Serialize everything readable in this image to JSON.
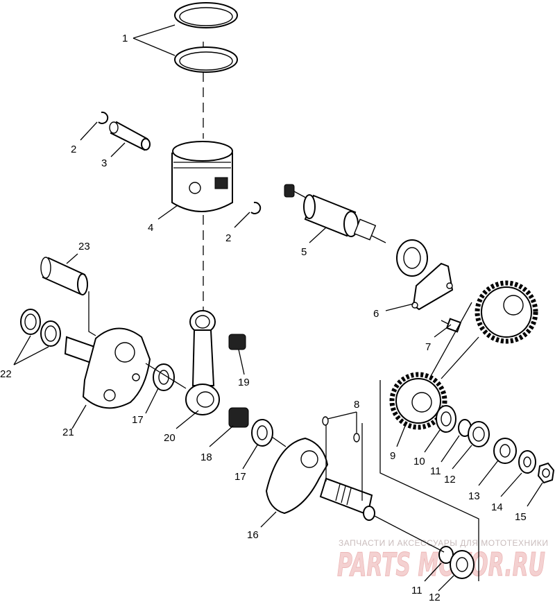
{
  "callouts": [
    "1",
    "2",
    "3",
    "4",
    "2",
    "5",
    "6",
    "7",
    "23",
    "22",
    "21",
    "19",
    "20",
    "17",
    "18",
    "17",
    "8",
    "9",
    "10",
    "11",
    "12",
    "13",
    "14",
    "15",
    "16",
    "11",
    "12"
  ],
  "watermark": {
    "tagline": "ЗАПЧАСТИ И АКСЕССУАРЫ ДЛЯ МОТОТЕХНИКИ",
    "logo": "PARTS-MOTOR.RU"
  }
}
